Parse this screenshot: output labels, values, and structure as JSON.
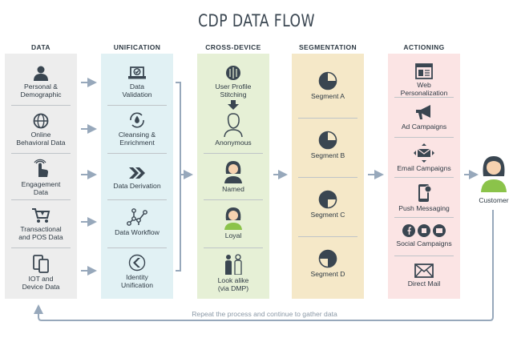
{
  "title": "CDP DATA FLOW",
  "columns": [
    {
      "heading": "DATA"
    },
    {
      "heading": "UNIFICATION"
    },
    {
      "heading": "CROSS-DEVICE"
    },
    {
      "heading": "SEGMENTATION"
    },
    {
      "heading": "ACTIONING"
    }
  ],
  "data_items": [
    "Personal &\nDemographic",
    "Online\nBehavioral Data",
    "Engagement\nData",
    "Transactional\nand POS Data",
    "IOT and\nDevice Data"
  ],
  "unification_items": [
    "Data\nValidation",
    "Cleansing &\nEnrichment",
    "Data Derivation",
    "Data Workflow",
    "Identity\nUnification"
  ],
  "cross_device": {
    "stitching": "User Profile\nStitching",
    "items": [
      "Anonymous",
      "Named",
      "Loyal",
      "Look alike\n(via DMP)"
    ]
  },
  "segments": [
    "Segment A",
    "Segment B",
    "Segment C",
    "Segment D"
  ],
  "actioning_items": [
    "Web\nPersonalization",
    "Ad Campaigns",
    "Email Campaigns",
    "Push Messaging",
    "Social Campaigns",
    "Direct Mail"
  ],
  "customer_label": "Customer",
  "loop_label": "Repeat the process and continue to gather data",
  "colors": {
    "data_panel": "#ededed",
    "unification_panel": "#e1f1f4",
    "cross_device_panel": "#e6f0d6",
    "segmentation_panel": "#f5e8c8",
    "actioning_panel": "#fbe4e4",
    "arrow": "#97a8bb",
    "icon": "#3a4651",
    "person_green": "#8bc34a"
  },
  "icons": {
    "data": [
      "person-icon",
      "globe-icon",
      "touch-hand-icon",
      "shopping-cart-icon",
      "devices-icon"
    ],
    "unification": [
      "check-monitor-icon",
      "water-drop-cycle-icon",
      "double-chevron-icon",
      "workflow-icon",
      "identity-chevron-icon"
    ],
    "cross_device": [
      "fingerprint-icon",
      "anonymous-person-icon",
      "named-person-icon",
      "loyal-person-icon",
      "lookalike-people-icon"
    ],
    "segmentation": [
      "segment-pie-icon"
    ],
    "actioning": [
      "web-page-icon",
      "megaphone-icon",
      "email-icon",
      "phone-notification-icon",
      "social-icons",
      "mail-envelope-icon"
    ],
    "customer": "customer-person-icon"
  }
}
